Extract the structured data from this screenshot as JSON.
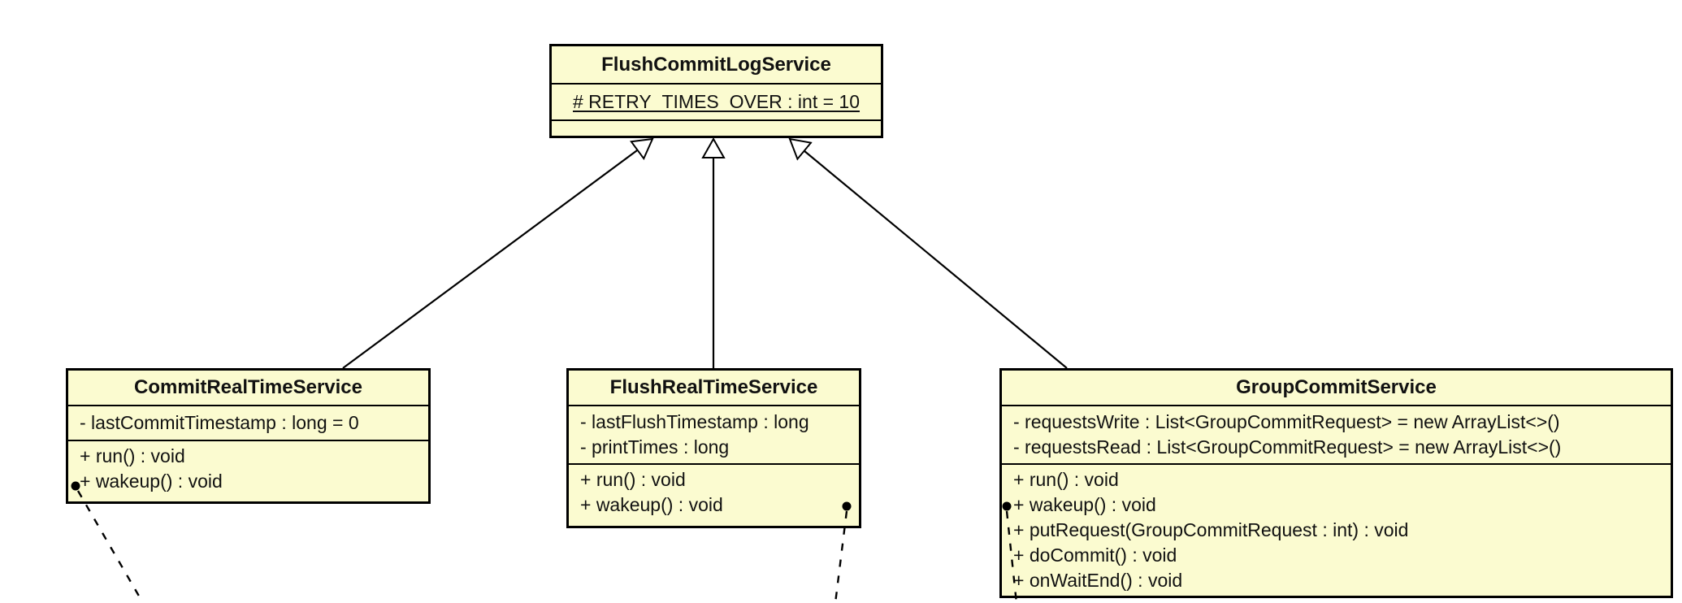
{
  "diagram": {
    "type": "uml-class-diagram",
    "background_color": "#ffffff",
    "class_fill_color": "#FBFBD0",
    "class_border_color": "#000000",
    "text_color": "#111111"
  },
  "classes": [
    {
      "name": "FlushCommitLogService",
      "attributes": [
        "# RETRY_TIMES_OVER : int = 10"
      ],
      "attribute_modifiers": [
        "static-underlined"
      ],
      "methods": []
    },
    {
      "name": "CommitRealTimeService",
      "attributes": [
        "- lastCommitTimestamp : long = 0"
      ],
      "methods": [
        "+ run() : void",
        "+ wakeup() : void"
      ]
    },
    {
      "name": "FlushRealTimeService",
      "attributes": [
        "- lastFlushTimestamp : long",
        "- printTimes : long"
      ],
      "methods": [
        "+ run() : void",
        "+ wakeup() : void"
      ]
    },
    {
      "name": "GroupCommitService",
      "attributes": [
        "- requestsWrite : List<GroupCommitRequest> = new ArrayList<>()",
        "- requestsRead : List<GroupCommitRequest> = new ArrayList<>()"
      ],
      "methods": [
        "+ run() : void",
        "+ wakeup() : void",
        "+ putRequest(GroupCommitRequest : int) : void",
        "+ doCommit() : void",
        "+ onWaitEnd() : void"
      ]
    }
  ],
  "relations": [
    {
      "type": "generalization",
      "from": "CommitRealTimeService",
      "to": "FlushCommitLogService"
    },
    {
      "type": "generalization",
      "from": "FlushRealTimeService",
      "to": "FlushCommitLogService"
    },
    {
      "type": "generalization",
      "from": "GroupCommitService",
      "to": "FlushCommitLogService"
    }
  ],
  "anchors": [
    {
      "class": "CommitRealTimeService",
      "member": "+ wakeup() : void",
      "style": "filled-dot-with-dashed-line"
    },
    {
      "class": "FlushRealTimeService",
      "member": "+ wakeup() : void",
      "style": "filled-dot-with-dashed-line"
    },
    {
      "class": "GroupCommitService",
      "member": "+ wakeup() : void",
      "style": "filled-dot-with-dashed-line"
    }
  ]
}
